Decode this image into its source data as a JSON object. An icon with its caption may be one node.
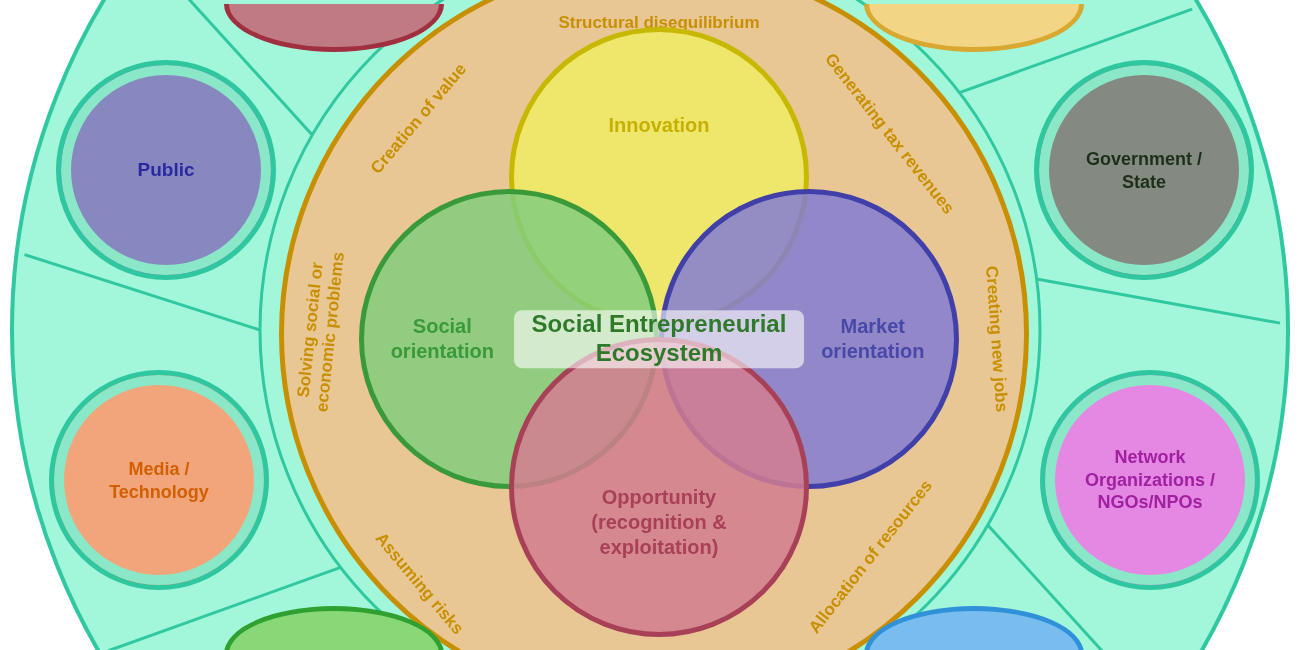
{
  "diagram": {
    "nodes": [
      {
        "text": [],
        "shape": "circle"
      },
      {
        "text": [],
        "shape": "circle",
        "in": 0
      },
      {
        "text": [],
        "shape": "circle",
        "in": 0
      },
      {
        "text": [
          "Public"
        ],
        "in": 0
      },
      {
        "text": [
          "Government / State"
        ],
        "in": 0
      },
      {
        "text": [
          "Structural disequilibrium",
          "Creation of value",
          "Generating tax revenues",
          "Solving social or economic problems",
          "Creating new jobs",
          "Assuming risks",
          "Allocation of resources"
        ],
        "in": 0
      },
      {
        "text": [
          "Innovation"
        ],
        "in": 5
      },
      {
        "text": [
          "Social orientation"
        ],
        "in": 5
      },
      {
        "text": [
          "Market orientation"
        ],
        "in": 5
      },
      {
        "text": [
          "Opportunity (recognition & exploitation)"
        ],
        "in": 5
      },
      {
        "text": [
          "Media / Technology"
        ],
        "in": 0
      },
      {
        "text": [
          "Network Organizations / NGOs/NPOs"
        ],
        "in": 0
      },
      {
        "text": [],
        "shape": "circle",
        "in": 0
      },
      {
        "text": [],
        "shape": "circle",
        "in": 0
      }
    ],
    "edges": [],
    "labels": [
      "Social Entrepreneurial Ecosystem"
    ]
  }
}
